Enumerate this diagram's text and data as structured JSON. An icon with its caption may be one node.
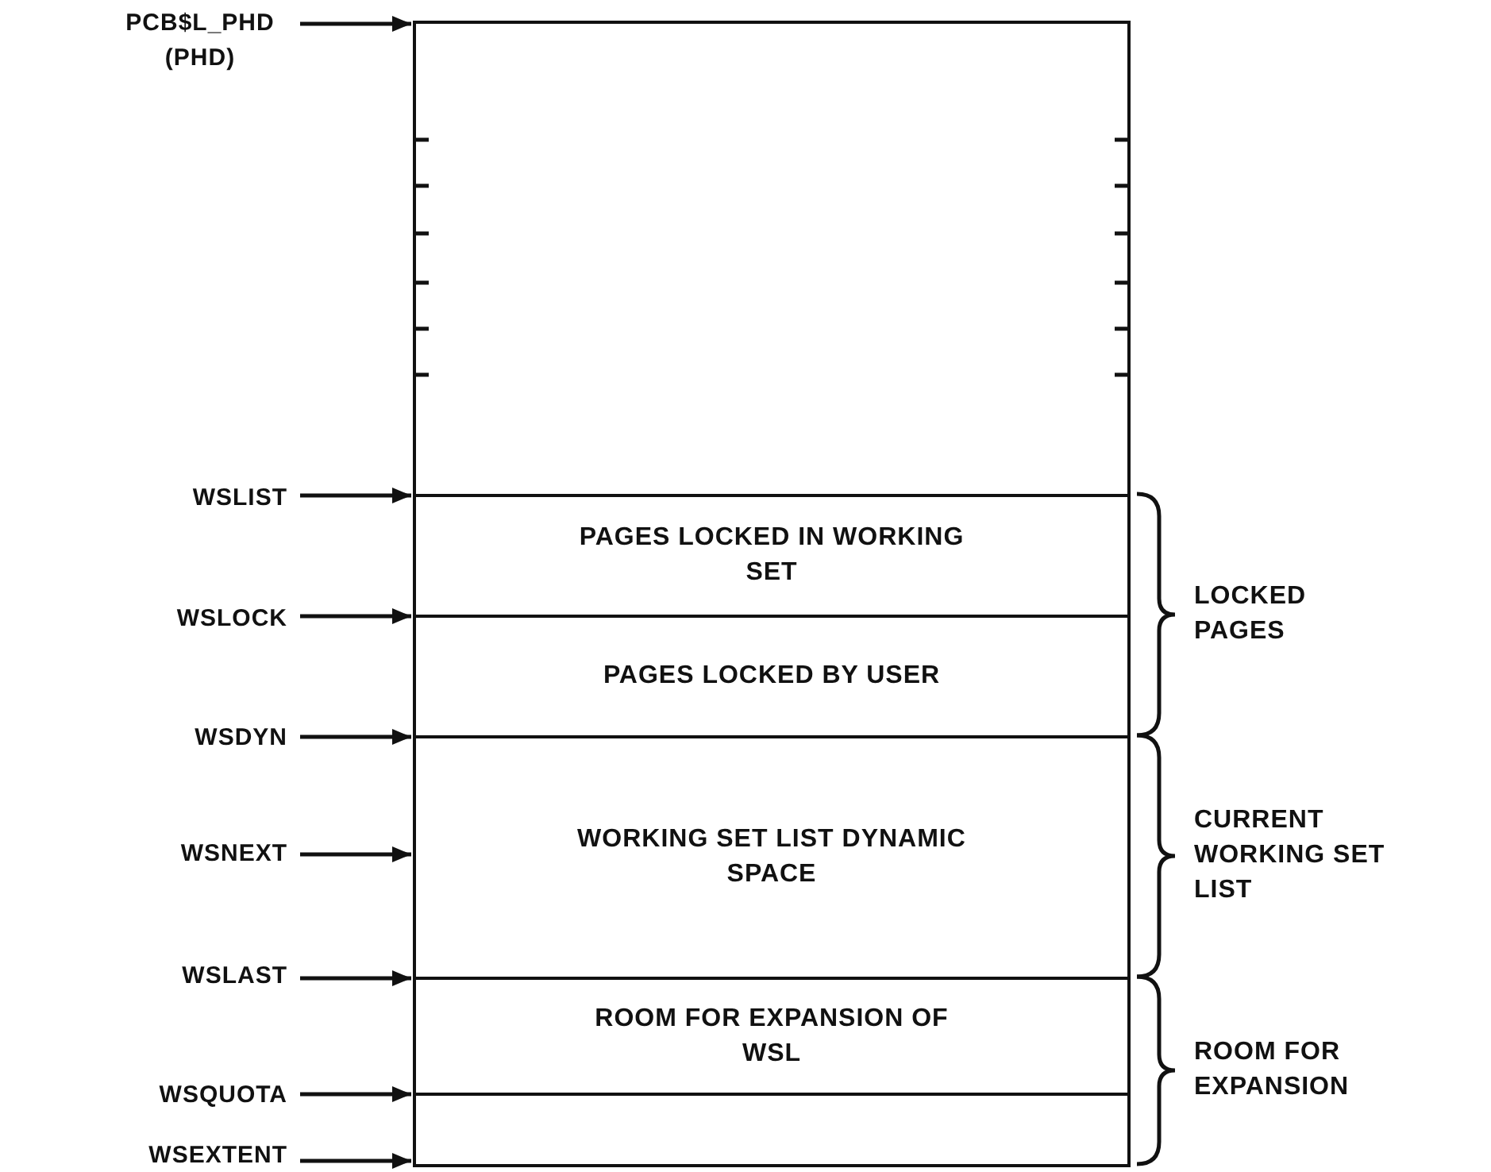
{
  "diagram": {
    "nodes": [
      {
        "text": [],
        "shape": "box"
      },
      {
        "text": [
          "PAGES LOCKED IN WORKING SET"
        ]
      },
      {
        "text": [
          "PAGES LOCKED BY USER"
        ]
      },
      {
        "text": [
          "WORKING SET LIST DYNAMIC SPACE"
        ]
      },
      {
        "text": [
          "ROOM FOR EXPANSION OF WSL"
        ]
      },
      {
        "text": [],
        "shape": "box"
      },
      {
        "text": [
          "PCB$L_PHD (PHD)"
        ]
      },
      {
        "text": [
          "WSLIST"
        ]
      },
      {
        "text": [
          "WSLOCK"
        ]
      },
      {
        "text": [
          "WSDYN"
        ]
      },
      {
        "text": [
          "WSNEXT"
        ]
      },
      {
        "text": [
          "WSLAST"
        ]
      },
      {
        "text": [
          "WSQUOTA"
        ]
      },
      {
        "text": [
          "WSEXTENT"
        ]
      }
    ],
    "edges": [
      {
        "from": 6,
        "to": 0,
        "arrow": "to"
      },
      {
        "from": 7,
        "to": 1,
        "arrow": "to"
      },
      {
        "from": 8,
        "to": 2,
        "arrow": "to"
      },
      {
        "from": 9,
        "to": 3,
        "arrow": "to"
      },
      {
        "from": 10,
        "to": 3,
        "arrow": "to"
      },
      {
        "from": 11,
        "to": 4,
        "arrow": "to"
      },
      {
        "from": 12,
        "to": 5,
        "arrow": "to"
      },
      {
        "from": 13,
        "to": 5,
        "arrow": "to"
      }
    ],
    "labels": [
      "LOCKED PAGES",
      "CURRENT WORKING SET LIST",
      "ROOM FOR EXPANSION"
    ]
  }
}
